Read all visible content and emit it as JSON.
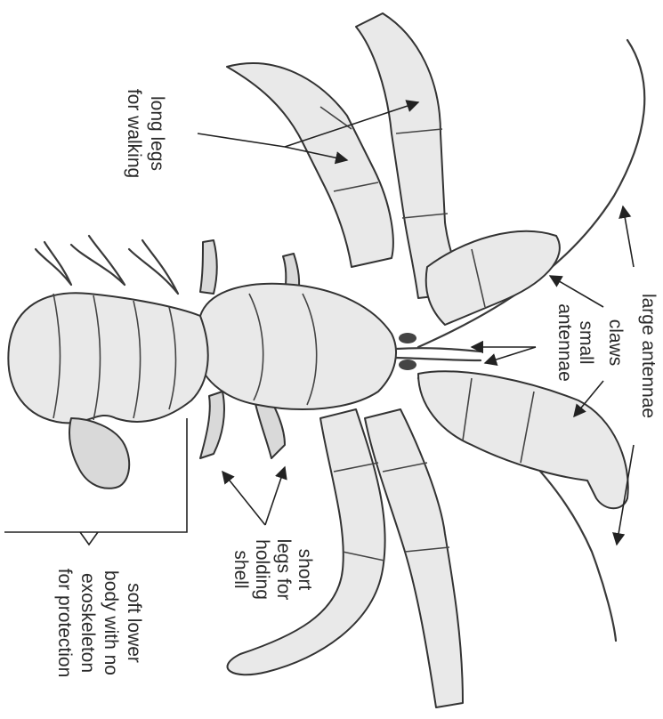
{
  "labels": {
    "long_legs": [
      "long legs",
      "for walking"
    ],
    "large_antennae": [
      "large antennae"
    ],
    "claws": [
      "claws"
    ],
    "small_antennae": [
      "small",
      "antennae"
    ],
    "short_legs": [
      "short",
      "legs for",
      "holding",
      "shell"
    ],
    "soft_body": [
      "soft lower",
      "body with no",
      "exoskeleton",
      "for protection"
    ]
  },
  "colors": {
    "ink": "#222222",
    "shell": "#e9e9e9",
    "background": "#ffffff"
  }
}
